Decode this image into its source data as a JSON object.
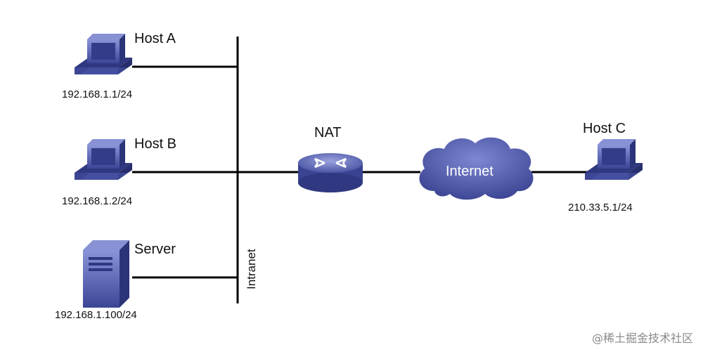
{
  "nodes": {
    "host_a": {
      "name": "Host A",
      "ip": "192.168.1.1/24"
    },
    "host_b": {
      "name": "Host B",
      "ip": "192.168.1.2/24"
    },
    "server": {
      "name": "Server",
      "ip": "192.168.1.100/24"
    },
    "nat": {
      "name": "NAT"
    },
    "internet": {
      "name": "Internet"
    },
    "host_c": {
      "name": "Host C",
      "ip": "210.33.5.1/24"
    }
  },
  "segments": {
    "intranet": "Intranet"
  },
  "colors": {
    "device_fill": "#4a55a8",
    "device_dark": "#2b3478",
    "device_light": "#7b86cc",
    "cloud_fill": "#4a55a8",
    "line": "#000000"
  },
  "watermark": "@稀土掘金技术社区"
}
